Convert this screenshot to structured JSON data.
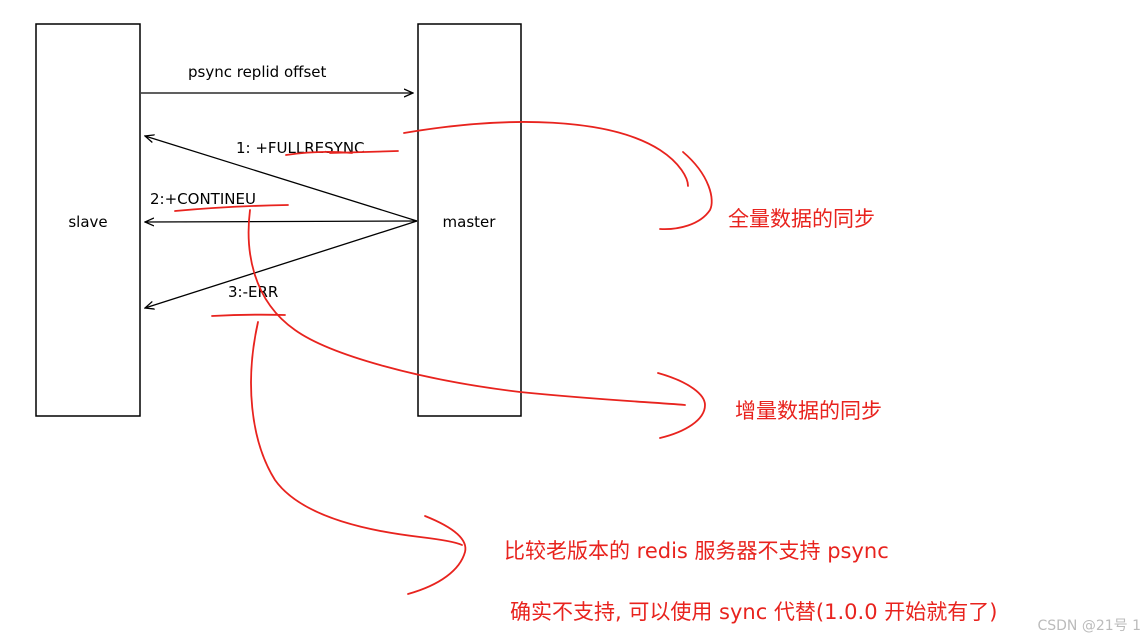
{
  "diagram": {
    "slave_label": "slave",
    "master_label": "master",
    "request_label": "psync replid offset",
    "reply_1": "1: +FULLRESYNC",
    "reply_2": "2:+CONTINEU",
    "reply_3": "3:-ERR"
  },
  "annotations": {
    "full_sync": "全量数据的同步",
    "incremental_sync": "增量数据的同步",
    "old_version_line1": "比较老版本的 redis 服务器不支持 psync",
    "old_version_line2": "确实不支持, 可以使用 sync 代替(1.0.0 开始就有了)"
  },
  "watermark": "CSDN @21号 1"
}
